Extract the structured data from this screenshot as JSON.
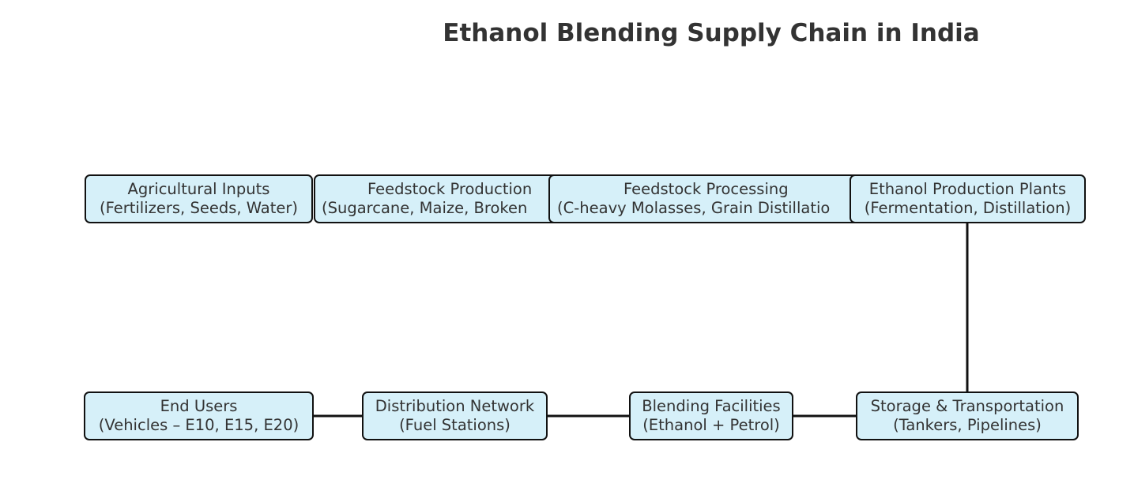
{
  "title": "Ethanol Blending Supply Chain in India",
  "colors": {
    "node_fill": "#d6f0f9",
    "node_border": "#111111",
    "connector": "#111111",
    "text": "#333333"
  },
  "nodes": [
    {
      "id": "agricultural-inputs",
      "line1": "Agricultural Inputs",
      "line2": "(Fertilizers, Seeds, Water)"
    },
    {
      "id": "feedstock-production",
      "line1": "Feedstock Production",
      "line2": "(Sugarcane, Maize, Broken"
    },
    {
      "id": "feedstock-processing",
      "line1": "Feedstock Processing",
      "line2": "(C-heavy Molasses, Grain Distillatio"
    },
    {
      "id": "ethanol-production-plants",
      "line1": "Ethanol Production Plants",
      "line2": "(Fermentation, Distillation)"
    },
    {
      "id": "storage-transportation",
      "line1": "Storage & Transportation",
      "line2": "(Tankers, Pipelines)"
    },
    {
      "id": "blending-facilities",
      "line1": "Blending Facilities",
      "line2": "(Ethanol + Petrol)"
    },
    {
      "id": "distribution-network",
      "line1": "Distribution Network",
      "line2": "(Fuel Stations)"
    },
    {
      "id": "end-users",
      "line1": "End Users",
      "line2": "(Vehicles – E10, E15, E20)"
    }
  ],
  "edges": [
    {
      "from": "ethanol-production-plants",
      "to": "storage-transportation"
    },
    {
      "from": "storage-transportation",
      "to": "blending-facilities"
    },
    {
      "from": "blending-facilities",
      "to": "distribution-network"
    },
    {
      "from": "distribution-network",
      "to": "end-users"
    }
  ]
}
